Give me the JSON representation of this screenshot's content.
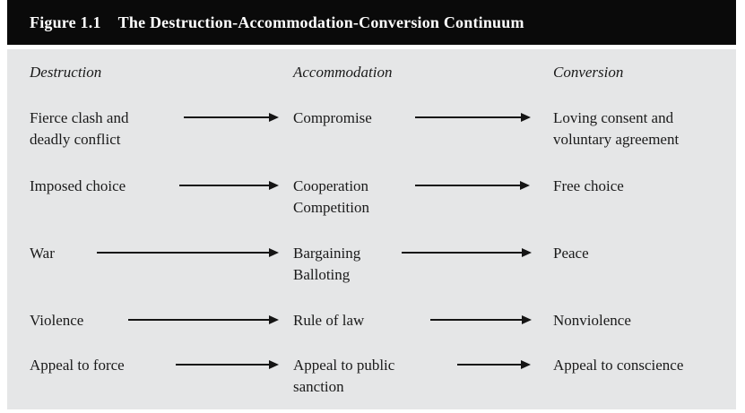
{
  "figure": {
    "label": "Figure 1.1",
    "title": "The Destruction-Accommodation-Conversion Continuum"
  },
  "columns": {
    "destruction": "Destruction",
    "accommodation": "Accommodation",
    "conversion": "Conversion"
  },
  "rows": [
    {
      "destruction": "Fierce clash and\ndeadly conflict",
      "accommodation": "Compromise",
      "conversion": "Loving consent and\nvoluntary agreement"
    },
    {
      "destruction": "Imposed choice",
      "accommodation": "Cooperation\nCompetition",
      "conversion": "Free choice"
    },
    {
      "destruction": "War",
      "accommodation": "Bargaining\nBalloting",
      "conversion": "Peace"
    },
    {
      "destruction": "Violence",
      "accommodation": "Rule of law",
      "conversion": "Nonviolence"
    },
    {
      "destruction": "Appeal to force",
      "accommodation": "Appeal to public\nsanction",
      "conversion": "Appeal to conscience"
    }
  ],
  "colors": {
    "titlebar_bg": "#0a0a0a",
    "titlebar_text": "#ffffff",
    "panel_bg": "#e5e6e7",
    "text": "#1a1a1a",
    "arrow": "#151515"
  }
}
